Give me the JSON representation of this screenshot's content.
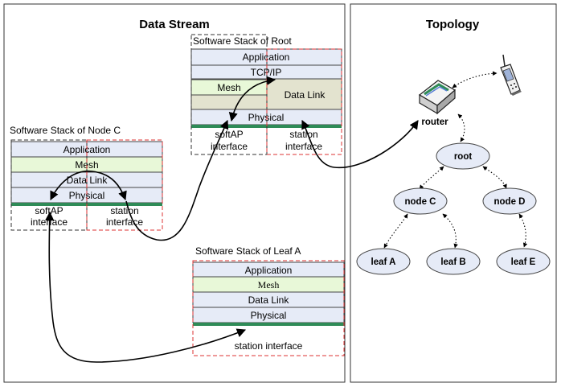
{
  "panels": {
    "data_stream": {
      "title": "Data Stream"
    },
    "topology": {
      "title": "Topology"
    }
  },
  "stacks": {
    "root": {
      "caption": "Software Stack of Root",
      "application": "Application",
      "tcpip": "TCP/IP",
      "mesh": "Mesh",
      "data_link": "Data Link",
      "physical": "Physical",
      "softap_line1": "softAP",
      "softap_line2": "interface",
      "station_line1": "station",
      "station_line2": "interface"
    },
    "node_c": {
      "caption": "Software Stack of Node C",
      "application": "Application",
      "mesh": "Mesh",
      "data_link": "Data Link",
      "physical": "Physical",
      "softap_line1": "softAP",
      "softap_line2": "interface",
      "station_line1": "station",
      "station_line2": "interface"
    },
    "leaf_a": {
      "caption": "Software Stack of Leaf A",
      "application": "Application",
      "mesh": "Mesh",
      "data_link": "Data Link",
      "physical": "Physical",
      "station_interface": "station interface"
    }
  },
  "topology": {
    "router_label": "router",
    "nodes": {
      "root": "root",
      "node_c": "node C",
      "node_d": "node D",
      "leaf_a": "leaf A",
      "leaf_b": "leaf B",
      "leaf_e": "leaf E"
    }
  },
  "colors": {
    "layer_fill": "#e6ebf7",
    "mesh_fill": "#e8f8d8",
    "datalink_root_fill": "#e3e3cf",
    "physical_bar": "#2e8b57",
    "station_border": "#dd3333",
    "node_fill": "#e6ebf7"
  }
}
